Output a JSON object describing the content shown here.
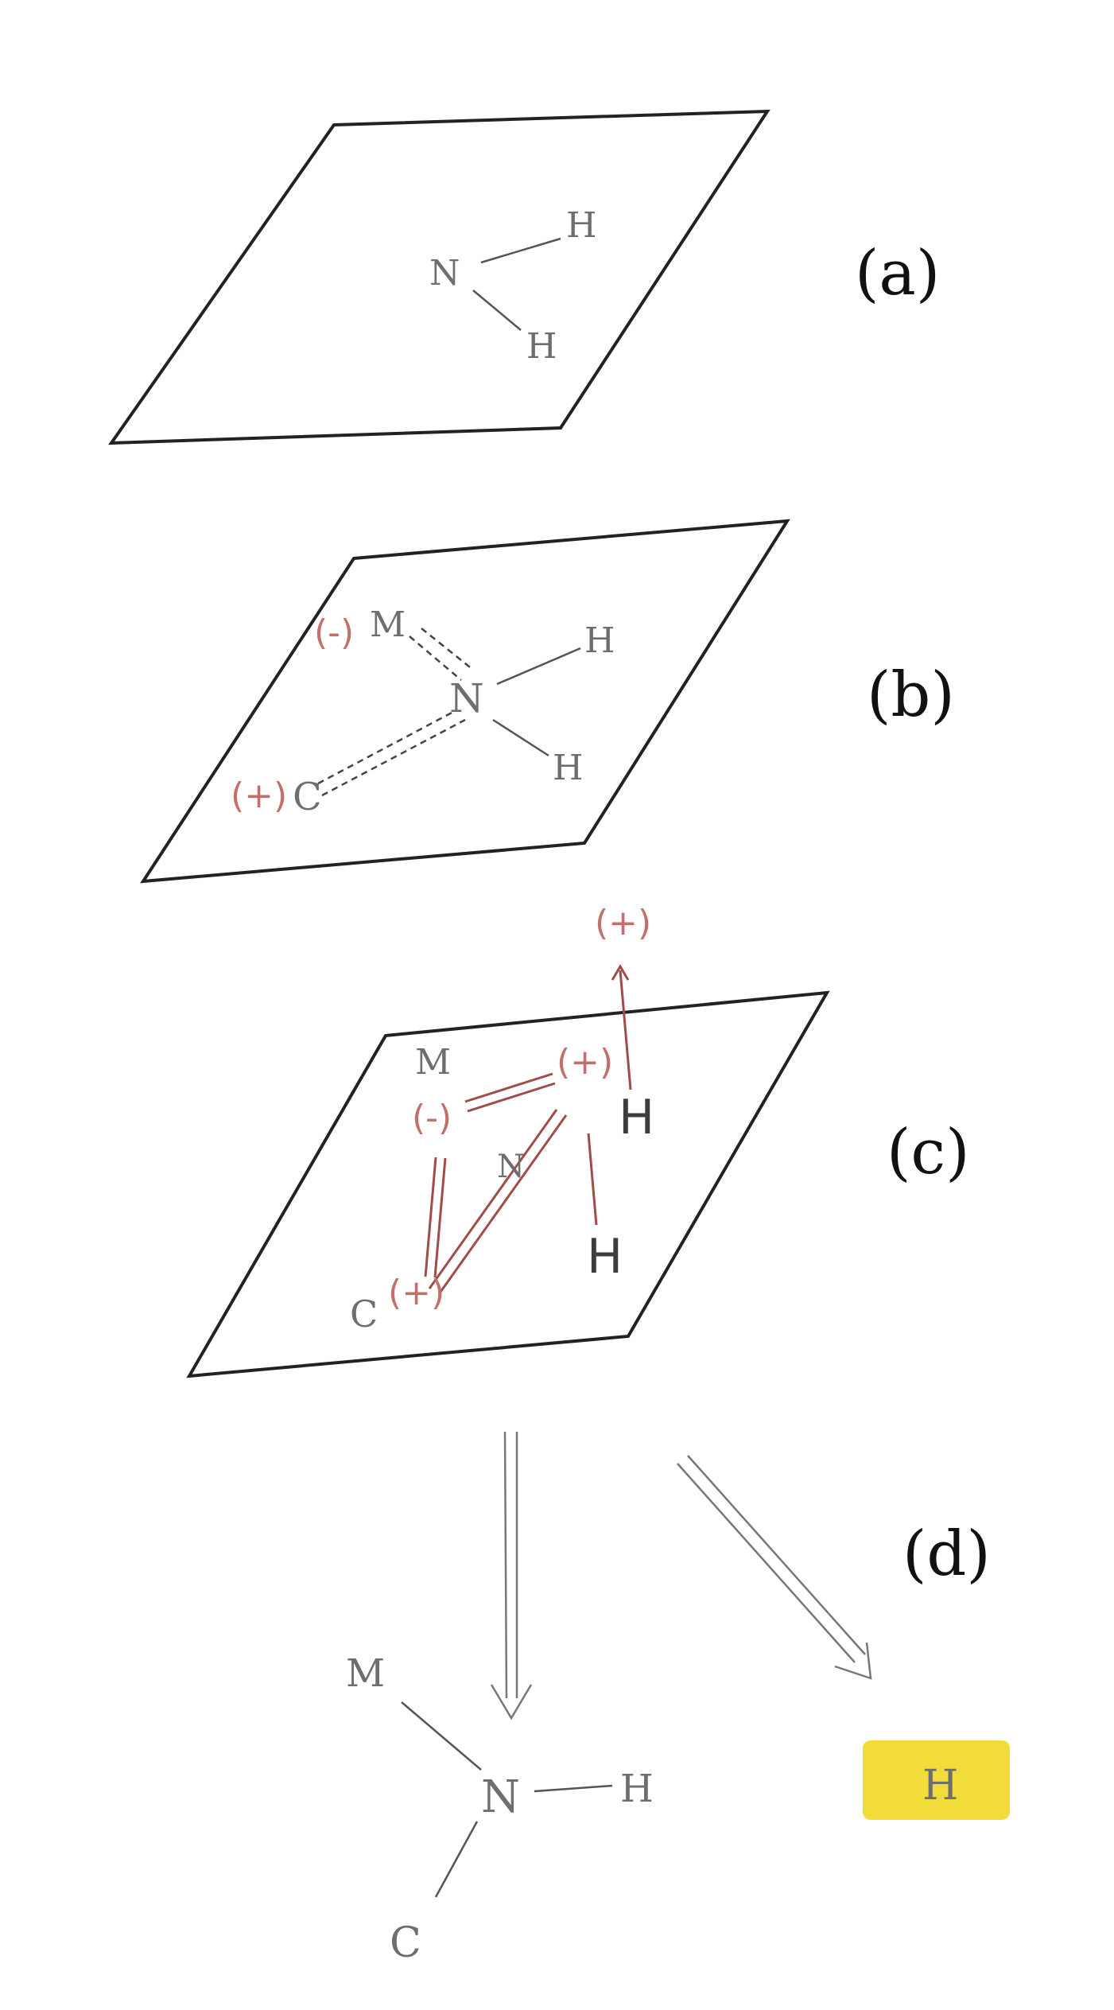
{
  "panels": {
    "a": {
      "label": "(a)",
      "atoms": {
        "n": "N",
        "h1": "H",
        "h2": "H"
      }
    },
    "b": {
      "label": "(b)",
      "atoms": {
        "m": "M",
        "m_charge": "(-)",
        "n": "N",
        "h1": "H",
        "h2": "H",
        "c": "C",
        "c_charge": "(+)"
      }
    },
    "c": {
      "label": "(c)",
      "atoms": {
        "m": "M",
        "m_charge": "(-)",
        "n_charge": "(+)",
        "n": "N",
        "h1": "H",
        "h2": "H",
        "c": "C",
        "c_charge": "(+)",
        "h_released_charge": "(+)"
      }
    },
    "d": {
      "label": "(d)",
      "atoms": {
        "m": "M",
        "n": "N",
        "h": "H",
        "c": "C",
        "free_h": "H"
      }
    }
  },
  "colors": {
    "ink": "#222222",
    "charge": "#c4706a",
    "highlight": "#f2dc3a"
  }
}
